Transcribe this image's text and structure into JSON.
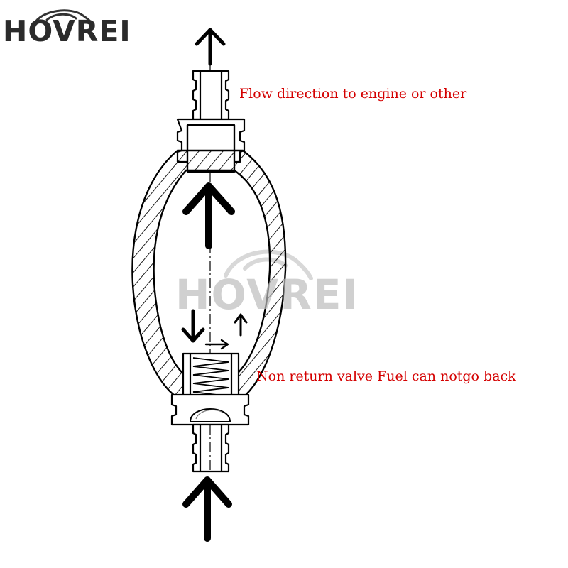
{
  "brand": {
    "name": "HOVREI",
    "color": "#2b2b2b"
  },
  "watermark": {
    "text": "HOVREI",
    "color": "#bdbdbd"
  },
  "labels": {
    "flow_direction": "Flow direction to engine or other",
    "non_return_valve": "Non return valve Fuel can notgo back"
  },
  "colors": {
    "label_text": "#d40000",
    "line_art": "#000000",
    "background": "#ffffff"
  },
  "icons": {
    "outlet_arrow": "arrow-up-icon",
    "main_flow_arrow": "arrow-up-icon",
    "inlet_arrow": "arrow-up-icon",
    "valve_down_arrow": "arrow-down-icon",
    "valve_up_arrow": "arrow-up-icon",
    "valve_right_arrow": "arrow-right-icon"
  }
}
